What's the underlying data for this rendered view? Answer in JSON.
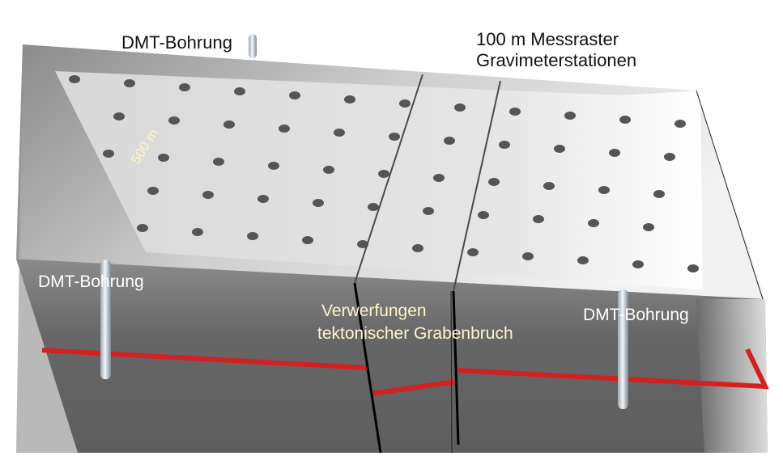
{
  "labels": {
    "borehole_top": "DMT-Bohrung",
    "borehole_left": "DMT-Bohrung",
    "borehole_right": "DMT-Bohrung",
    "grid_line1": "100 m Messraster",
    "grid_line2": "Gravimeterstationen",
    "scale": "500 m",
    "faults_line1": "Verwerfungen",
    "faults_line2": "tektonischer  Grabenbruch"
  },
  "colors": {
    "block_top": "#c9c9c9",
    "block_front": "#6a6a6a",
    "grid_plane": "#e6e6e6",
    "station_dot": "#555555",
    "layer": "#d42020",
    "fault": "#111111",
    "scale_text": "#fff6c8"
  }
}
